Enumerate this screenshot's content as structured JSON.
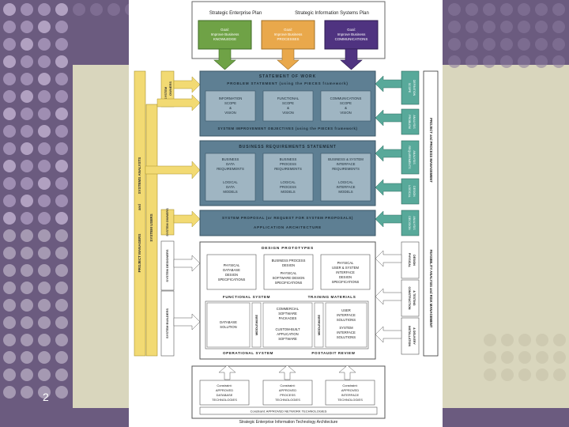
{
  "colors": {
    "goal_green": "#6fa246",
    "goal_orange": "#e9a84b",
    "goal_purple": "#4f3380",
    "yellow": "#f2da73",
    "teal": "#58a99a",
    "steel": "#5e7f93",
    "bg_purple": "#6b5b7f",
    "bg_tan": "#d9d6bd"
  },
  "slide_number": "2",
  "top_plans": {
    "enterprise": "Strategic Enterprise Plan",
    "information": "Strategic Information Systems Plan"
  },
  "goals": [
    {
      "line1": "Goal:",
      "line2": "Improve Business",
      "line3": "KNOWLEDGE"
    },
    {
      "line1": "Goal:",
      "line2": "Improve Business",
      "line3": "PROCESSES"
    },
    {
      "line1": "Goal:",
      "line2": "Improve Business",
      "line3": "COMMUNICATIONS"
    }
  ],
  "statement_of_work": {
    "title": "STATEMENT OF WORK",
    "subtitle": "PROBLEM STATEMENT (using the PIECES framework)",
    "boxes": [
      {
        "l1": "INFORMATION",
        "l2": "SCOPE",
        "l3": "&",
        "l4": "VISION"
      },
      {
        "l1": "FUNCTIONAL",
        "l2": "SCOPE",
        "l3": "&",
        "l4": "VISION"
      },
      {
        "l1": "COMMUNICATIONS",
        "l2": "SCOPE",
        "l3": "&",
        "l4": "VISION"
      }
    ],
    "footer": "SYSTEM IMPROVEMENT OBJECTIVES (using the PIECES framework)"
  },
  "business_requirements": {
    "title": "BUSINESS REQUIREMENTS STATEMENT",
    "boxes": [
      {
        "a1": "BUSINESS",
        "a2": "DATA",
        "a3": "REQUIREMENTS",
        "b1": "LOGICAL",
        "b2": "DATA",
        "b3": "MODELS"
      },
      {
        "a1": "BUSINESS",
        "a2": "PROCESS",
        "a3": "REQUIREMENTS",
        "b1": "LOGICAL",
        "b2": "PROCESS",
        "b3": "MODELS"
      },
      {
        "a1": "BUSINESS & SYSTEM",
        "a2": "INTERFACE",
        "a3": "REQUIREMENTS",
        "b1": "LOGICAL",
        "b2": "INTERFACE",
        "b3": "MODELS"
      }
    ]
  },
  "system_proposal": {
    "line1": "SYSTEM PROPOSAL (or REQUEST FOR SYSTEM PROPOSALS)",
    "line2": "APPLICATION ARCHITECTURE"
  },
  "design_prototypes": {
    "title": "DESIGN PROTOTYPES",
    "boxes": [
      {
        "l1": "PHYSICAL",
        "l2": "DATABASE",
        "l3": "DESIGN",
        "l4": "SPECIFICATIONS"
      },
      {
        "l1": "BUSINESS PROCESS",
        "l2": "DESIGN",
        "l3": "PHYSICAL",
        "l4": "SOFTWARE DESIGN",
        "l5": "SPECIFICATIONS"
      },
      {
        "l1": "PHYSICAL",
        "l2": "USER & SYSTEM",
        "l3": "INTERFACE",
        "l4": "DESIGN",
        "l5": "SPECIFICATIONS"
      }
    ],
    "functional_system": "FUNCTIONAL SYSTEM",
    "training_materials": "TRAINING MATERIALS",
    "database_solution": {
      "l1": "DATABASE",
      "l2": "SOLUTION"
    },
    "middleware": "MIDDLEWARE",
    "commercial": {
      "l1": "COMMERCIAL",
      "l2": "SOFTWARE",
      "l3": "PACKAGES",
      "l4": "CUSTOM-BUILT",
      "l5": "APPLICATION",
      "l6": "SOFTWARE"
    },
    "ui_solutions": {
      "l1": "USER",
      "l2": "INTERFACE",
      "l3": "SOLUTIONS",
      "l4": "SYSTEM",
      "l5": "INTERFACE",
      "l6": "SOLUTIONS"
    },
    "operational_system": "OPERATIONAL SYSTEM",
    "postaudit_review": "POSTAUDIT REVIEW"
  },
  "left_labels": {
    "managers": "PROJECT MANAGERS",
    "and": "and",
    "analysts": "SYSTEMS ANALYSTS",
    "users": "SYSTEM USERS",
    "owners": "SYSTEM OWNERS",
    "owners_top": "SYSTEM",
    "owners_bottom": "OWNERS",
    "designers": "SYSTEM DESIGNERS",
    "builders": "SYSTEM BUILDERS"
  },
  "right_phases": {
    "teal": [
      {
        "l1": "SCOPE",
        "l2": "DEFINITION"
      },
      {
        "l1": "PROBLEM",
        "l2": "ANALYSIS"
      },
      {
        "l1": "REQUIREMENTS",
        "l2": "ANALYSIS"
      },
      {
        "l1": "LOGICAL",
        "l2": "DESIGN"
      },
      {
        "l1": "DECISION",
        "l2": "ANALYSIS"
      }
    ],
    "white": [
      {
        "l1": "PHYSICAL",
        "l2": "DESIGN"
      },
      {
        "l1": "CONSTRUCTION",
        "l2": "& TESTING"
      },
      {
        "l1": "INSTALLATION",
        "l2": "& DELIVERY"
      }
    ],
    "project_mgmt": "PROJECT and PROCESS MANAGEMENT",
    "feasibility": "FEASIBILITY ANALYSIS and RISK MANAGEMENT"
  },
  "constraints": [
    {
      "l1": "Constraint:",
      "l2": "APPROVED",
      "l3": "DATABASE",
      "l4": "TECHNOLOGIES"
    },
    {
      "l1": "Constraint:",
      "l2": "APPROVED",
      "l3": "PROCESS",
      "l4": "TECHNOLOGIES"
    },
    {
      "l1": "Constraint:",
      "l2": "APPROVED",
      "l3": "INTERFACE",
      "l4": "TECHNOLOGIES"
    }
  ],
  "network_constraint": "Constraint: APPROVED NETWORK TECHNOLOGIES",
  "architecture_label": "Strategic Enterprise Information Technology Architecture"
}
